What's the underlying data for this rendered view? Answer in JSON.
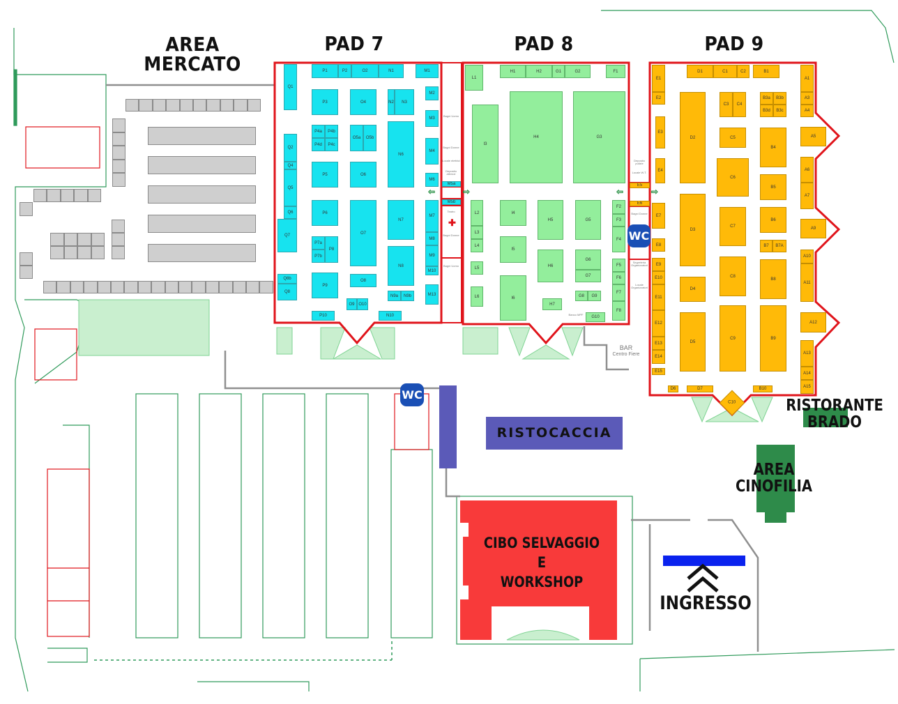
{
  "titles": {
    "area_mercato": [
      "AREA",
      "MERCATO"
    ],
    "pad7": "PAD 7",
    "pad8": "PAD 8",
    "pad9": "PAD 9"
  },
  "areas": {
    "ristocaccia": "RISTOCACCIA",
    "cibo_selvaggio": [
      "CIBO SELVAGGIO",
      "E",
      "WORKSHOP"
    ],
    "ingresso": "INGRESSO",
    "area_cinofilia": [
      "AREA",
      "CINOFILIA"
    ],
    "ristorante_brado": [
      "RISTORANTE",
      "BRADO"
    ],
    "bar": [
      "BAR",
      "Centro Fiere"
    ],
    "wc": "WC"
  },
  "pads": {
    "pad7": {
      "stands": [
        "P1",
        "P2",
        "O2",
        "N1",
        "M1",
        "Q1",
        "P3",
        "O4",
        "N2",
        "N3",
        "M2",
        "M3",
        "P4a",
        "P4b",
        "P4d",
        "P4c",
        "O5a",
        "O5b",
        "N6",
        "M4",
        "M6",
        "Q2",
        "Q4",
        "Q5",
        "Q6",
        "Q7",
        "P5",
        "O6",
        "P6",
        "O7",
        "N7",
        "M7",
        "M8",
        "M9",
        "M10",
        "P7a",
        "P7b",
        "P8",
        "N8",
        "P9",
        "O8",
        "Q8b",
        "Q8",
        "N9a",
        "N9b",
        "M13",
        "O9",
        "O10",
        "P10",
        "N10",
        "M5a",
        "M5b"
      ]
    },
    "pad8": {
      "stands": [
        "H1",
        "H2",
        "G1",
        "G2",
        "F1",
        "L1",
        "I3",
        "H4",
        "G3",
        "L2",
        "L3",
        "L4",
        "L5",
        "L6",
        "I4",
        "H5",
        "G5",
        "F2",
        "F3",
        "F4",
        "I5",
        "H6",
        "G6",
        "G7",
        "F5",
        "F6",
        "F7",
        "F8",
        "I6",
        "G8",
        "G9",
        "H7",
        "G10"
      ]
    },
    "pad9": {
      "stands": [
        "D1",
        "C1",
        "C2",
        "B1",
        "A1",
        "A3",
        "A4",
        "E1",
        "E2",
        "D2",
        "C3",
        "C4",
        "B3a",
        "B3b",
        "B3d",
        "B3c",
        "E3",
        "C5",
        "A5",
        "B4",
        "C6",
        "E4",
        "A6",
        "A7",
        "B5",
        "D3",
        "C7",
        "B6",
        "E7",
        "A9",
        "B7",
        "B7A",
        "E8",
        "A10",
        "A11",
        "C8",
        "B8",
        "E9",
        "E10",
        "E11",
        "E12",
        "E13",
        "E14",
        "E15",
        "D4",
        "A12",
        "D5",
        "C9",
        "B9",
        "A13",
        "A14",
        "A15",
        "D6",
        "D7",
        "B10",
        "C10",
        "E5",
        "E6"
      ]
    }
  },
  "services": {
    "pad7": [
      "Bagni Uomo",
      "Bagni Donne",
      "Locale elettrici",
      "Deposito attrezzi",
      "Teatro",
      "Bagni Donne",
      "Bagni Uomo"
    ],
    "pad8": [
      "Deposito pulizie",
      "Locale W.T.",
      "Bagni Donne",
      "Segreteria Organizzatori",
      "Locale Organizzatori",
      "Banco MPF"
    ]
  },
  "colors": {
    "pad7": "#17e3ef",
    "pad8": "#93ee9c",
    "pad9": "#ffba08",
    "pad_outline": "#e0141b",
    "ristocaccia": "#5b5ab8",
    "cibo": "#f83a3a",
    "ingresso_bar": "#0a22ee",
    "cinofilia": "#2e8b4a",
    "wc": "#1a4fb5"
  }
}
